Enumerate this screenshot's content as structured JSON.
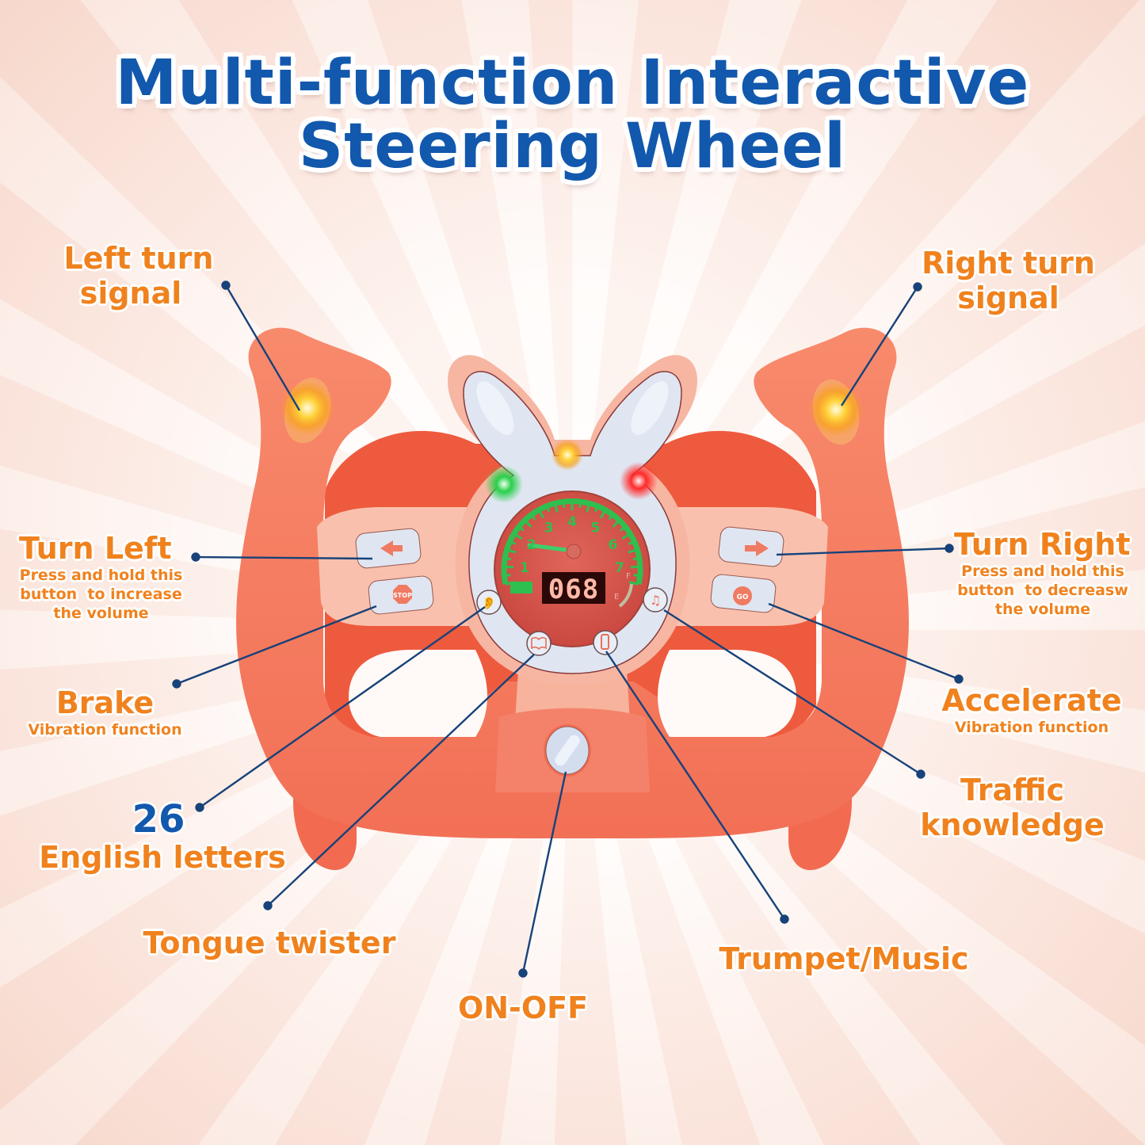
{
  "title": {
    "line1": "Multi-function Interactive",
    "line2": "Steering Wheel"
  },
  "colors": {
    "title": "#1258ad",
    "label": "#f0821e",
    "leader_line": "#17427a",
    "wheel_body": "#f27a5e",
    "wheel_light": "#f6b5a0",
    "panel": "#dfe6f2",
    "gauge": "#d9534a",
    "gauge_ticks": "#2fbf4f"
  },
  "labels": {
    "left_turn_signal": {
      "line1": "Left turn",
      "line2": "signal"
    },
    "right_turn_signal": {
      "line1": "Right turn",
      "line2": "signal"
    },
    "turn_left": {
      "title": "Turn Left",
      "desc1": "Press and hold this",
      "desc2": "button  to increase",
      "desc3": "the volume"
    },
    "turn_right": {
      "title": "Turn Right",
      "desc1": "Press and hold this",
      "desc2": "button  to decreasw",
      "desc3": "the volume"
    },
    "brake": {
      "title": "Brake",
      "desc": "Vibration function"
    },
    "accelerate": {
      "title": "Accelerate",
      "desc": "Vibration function"
    },
    "english_letters": {
      "number": "26",
      "text": "English letters"
    },
    "traffic_knowledge": {
      "line1": "Traffic",
      "line2": "knowledge"
    },
    "tongue_twister": "Tongue twister",
    "trumpet_music": "Trumpet/Music",
    "on_off": "ON-OFF"
  },
  "device": {
    "display_value": "068",
    "gauge_numbers": [
      "1",
      "2",
      "3",
      "4",
      "5",
      "6",
      "7"
    ],
    "fuel_full": "F",
    "fuel_empty": "E",
    "stop_button": "STOP",
    "go_button": "GO",
    "icons": {
      "left_arrow": "left-arrow-icon",
      "right_arrow": "right-arrow-icon",
      "ear": "ear-sound-icon",
      "book": "book-icon",
      "phone": "phone-icon",
      "music": "music-note-icon"
    }
  }
}
